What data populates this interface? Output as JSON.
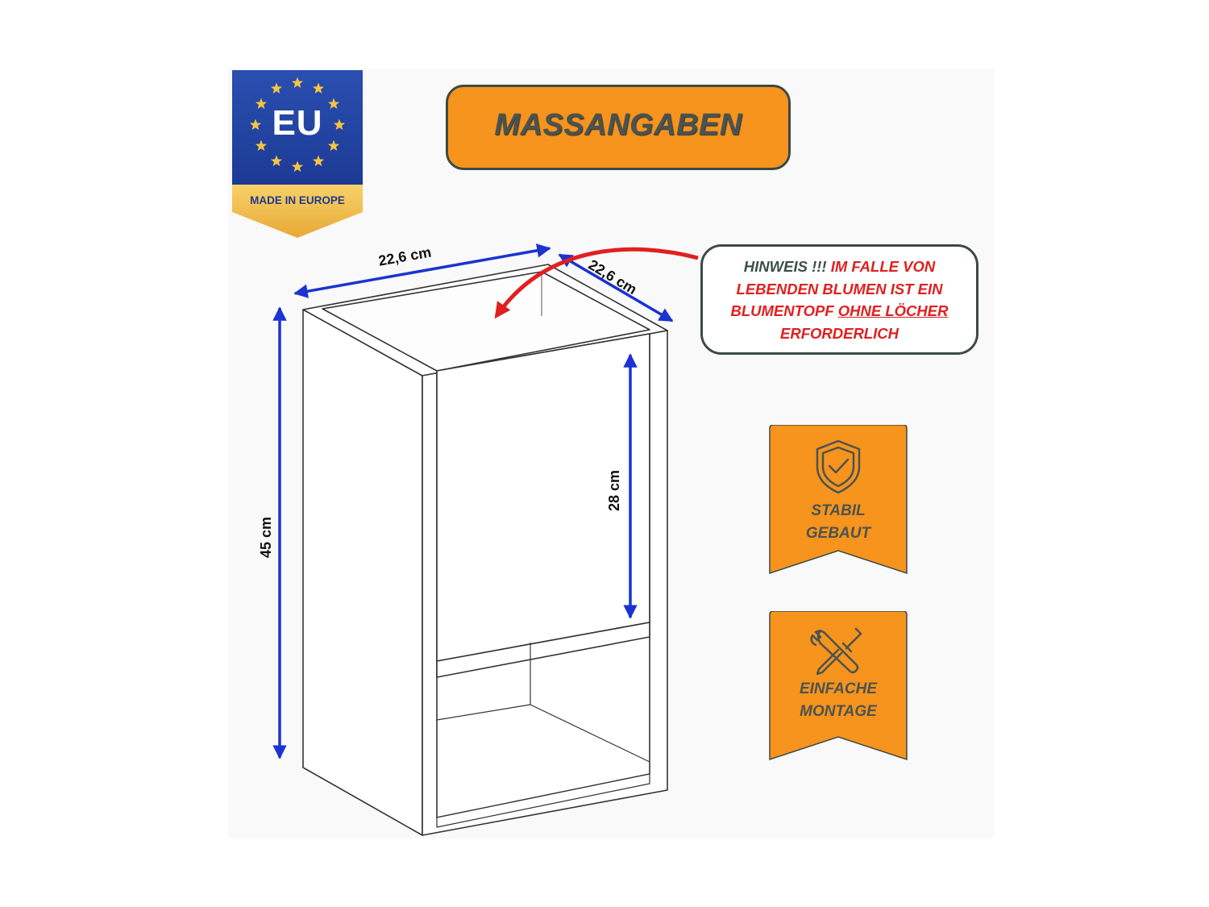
{
  "badge": {
    "region": "EU",
    "label": "MADE IN EUROPE"
  },
  "title": "MASSANGABEN",
  "note": {
    "prefix": "HINWEIS !!!",
    "line1_rest": " IM FALLE VON",
    "line2": "LEBENDEN BLUMEN IST EIN",
    "line3_start": "BLUMENTOPF ",
    "line3_underlined": "OHNE LÖCHER",
    "line4": "ERFORDERLICH"
  },
  "features": [
    {
      "line1": "STABIL",
      "line2": "GEBAUT",
      "icon": "shield-check-icon"
    },
    {
      "line1": "EINFACHE",
      "line2": "MONTAGE",
      "icon": "wrench-screwdriver-icon"
    }
  ],
  "dimensions": {
    "width": "22,6 cm",
    "depth": "22,6 cm",
    "height": "45 cm",
    "inner_height": "28 cm"
  },
  "colors": {
    "accent": "#f7941d",
    "eu_blue": "#2043a0",
    "star": "#f5c542",
    "arrow_blue": "#1a33d1",
    "warning_red": "#e02020",
    "text_dark": "#4b5350"
  }
}
